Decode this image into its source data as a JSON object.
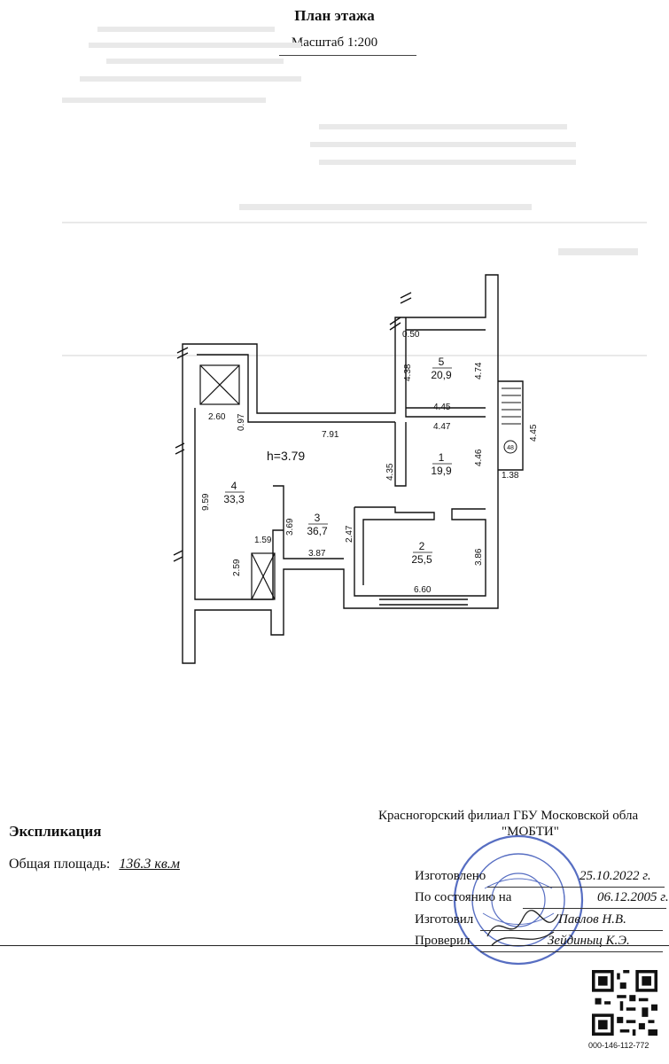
{
  "header": {
    "title": "План этажа",
    "scale": "Масштаб 1:200"
  },
  "plan": {
    "ceiling_height": "h=3.79",
    "rooms": [
      {
        "number": "1",
        "area": "19,9"
      },
      {
        "number": "2",
        "area": "25,5"
      },
      {
        "number": "3",
        "area": "36,7"
      },
      {
        "number": "4",
        "area": "33,3"
      },
      {
        "number": "5",
        "area": "20,9"
      }
    ],
    "dimensions": {
      "d050": "0.50",
      "d438": "4.38",
      "d474": "4.74",
      "d445a": "4.45",
      "d447": "4.47",
      "d445b": "4.45",
      "d446": "4.46",
      "d138": "1.38",
      "d435": "4.35",
      "d260": "2.60",
      "d097": "0.97",
      "d791": "7.91",
      "d959": "9.59",
      "d369": "3.69",
      "d247": "2.47",
      "d159": "1.59",
      "d387": "3.87",
      "d259": "2.59",
      "d386": "3.86",
      "d660": "6.60"
    },
    "marker": "48"
  },
  "explication": {
    "heading": "Экспликация",
    "total_area_label": "Общая площадь:",
    "total_area_value": "136.3 кв.м"
  },
  "organization": {
    "line1": "Красногорский филиал ГБУ Московской обла",
    "line2": "\"МОБТИ\""
  },
  "certification": {
    "made_label": "Изготовлено",
    "made_value": "25.10.2022 г.",
    "state_label": "По состоянию на",
    "state_value": "06.12.2005 г.",
    "maker_label": "Изготовил",
    "maker_value": "Павлов Н.В.",
    "checker_label": "Проверил",
    "checker_value": "Зейдиныц К.Э."
  },
  "document_code": "000-146-112-772",
  "colors": {
    "ink": "#111111",
    "stamp": "#3a55b8"
  }
}
